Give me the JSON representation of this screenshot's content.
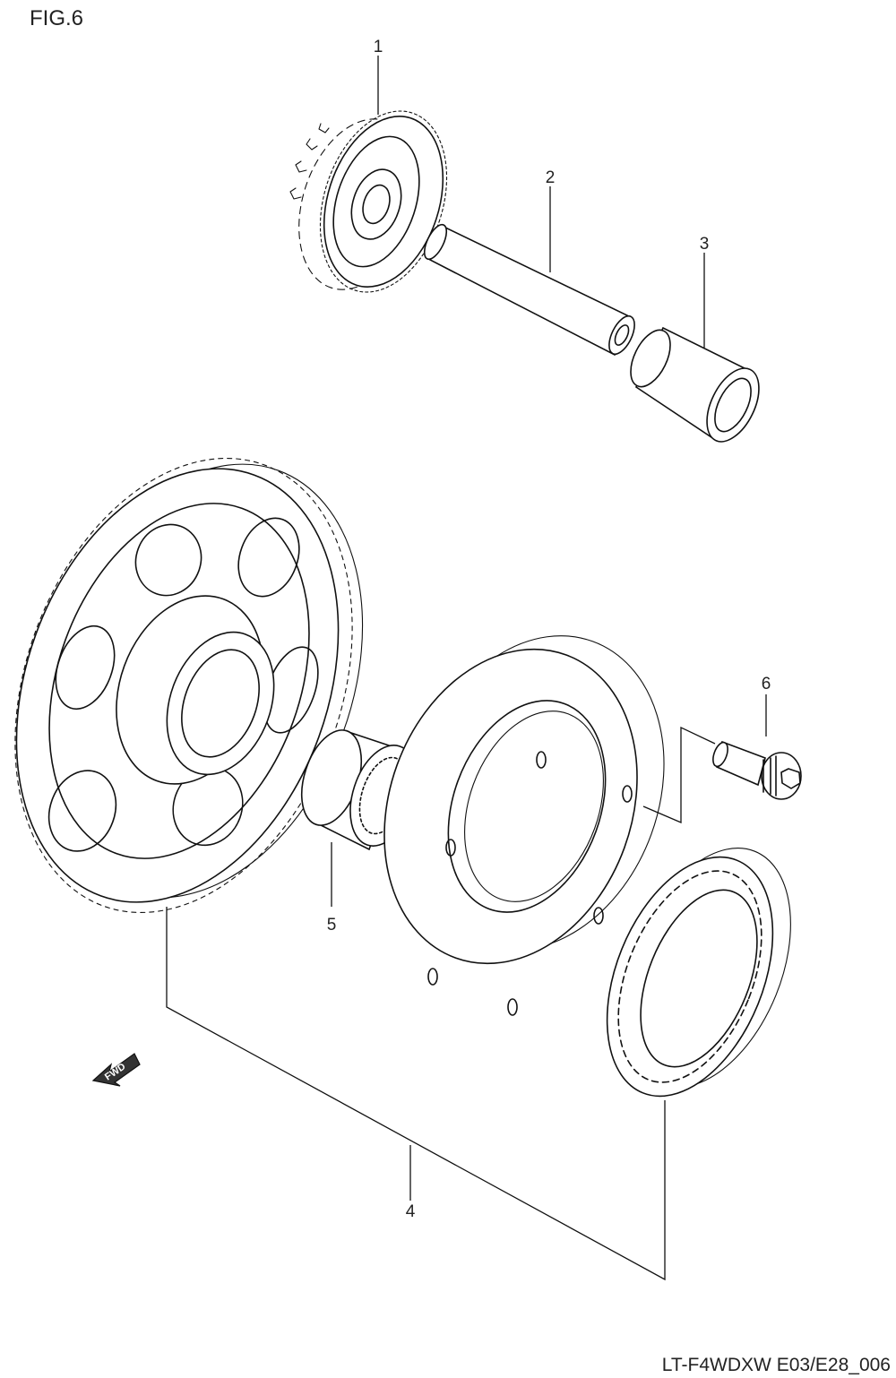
{
  "figure": {
    "title": "FIG.6"
  },
  "parts": [
    {
      "label": "1",
      "icon": "idle-gear-icon"
    },
    {
      "label": "2",
      "icon": "shaft-icon"
    },
    {
      "label": "3",
      "icon": "bushing-icon"
    },
    {
      "label": "4",
      "icon": "starter-clutch-gear-icon"
    },
    {
      "label": "5",
      "icon": "needle-bearing-icon"
    },
    {
      "label": "6",
      "icon": "bolt-icon"
    }
  ],
  "direction": {
    "label": "FWD",
    "icon": "fwd-arrow-icon"
  },
  "footer": {
    "code": "LT-F4WDXW E03/E28_006"
  }
}
